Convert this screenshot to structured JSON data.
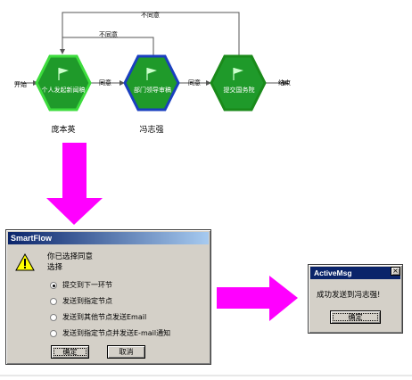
{
  "flow": {
    "nodes": [
      {
        "label": "个人发起新闻稿",
        "person": "庞本英",
        "border": "#3ddc3d"
      },
      {
        "label": "部门领导审稿",
        "person": "冯志强",
        "border": "#1a3fbf"
      },
      {
        "label": "提交国务院",
        "person": "",
        "border": "#1a8a1a"
      }
    ],
    "edges": {
      "start": "开始",
      "approve_1": "同意",
      "approve_2": "同意",
      "end": "结束",
      "reject_1": "不同意",
      "reject_2": "不同意"
    },
    "colors": {
      "node_fill": "#1f9a2a",
      "line": "#555555",
      "arrow_magenta": "#ff00ff"
    }
  },
  "dialog": {
    "title": "SmartFlow",
    "question_line1": "你已选择同意",
    "question_line2": "选择",
    "options": [
      "提交到下一环节",
      "发送到指定节点",
      "发送到其他节点发送Email",
      "发送到指定节点并发送E-mail通知"
    ],
    "selected_index": 0,
    "ok_label": "确定",
    "cancel_label": "取消"
  },
  "msgbox": {
    "title": "ActiveMsg",
    "close_label": "×",
    "message": "成功发送到冯志强!",
    "ok_label": "确定"
  }
}
